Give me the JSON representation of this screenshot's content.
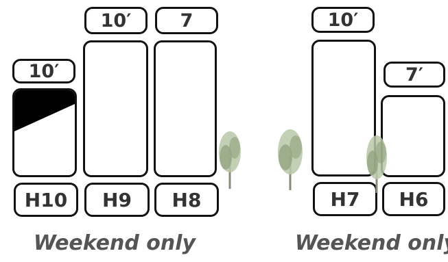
{
  "plots": [
    {
      "id": "H10",
      "size": "10′",
      "partially_occupied": true
    },
    {
      "id": "H9",
      "size": "10′",
      "partially_occupied": false
    },
    {
      "id": "H8",
      "size": "7",
      "partially_occupied": false
    },
    {
      "id": "H7",
      "size": "10′",
      "partially_occupied": false
    },
    {
      "id": "H6",
      "size": "7′",
      "partially_occupied": false
    }
  ],
  "captions": [
    "Weekend only",
    "Weekend only"
  ],
  "colors": {
    "outline": "#111111",
    "text": "#333333",
    "caption": "#555555",
    "fill": "#000000",
    "tree": "#9aa88a"
  }
}
